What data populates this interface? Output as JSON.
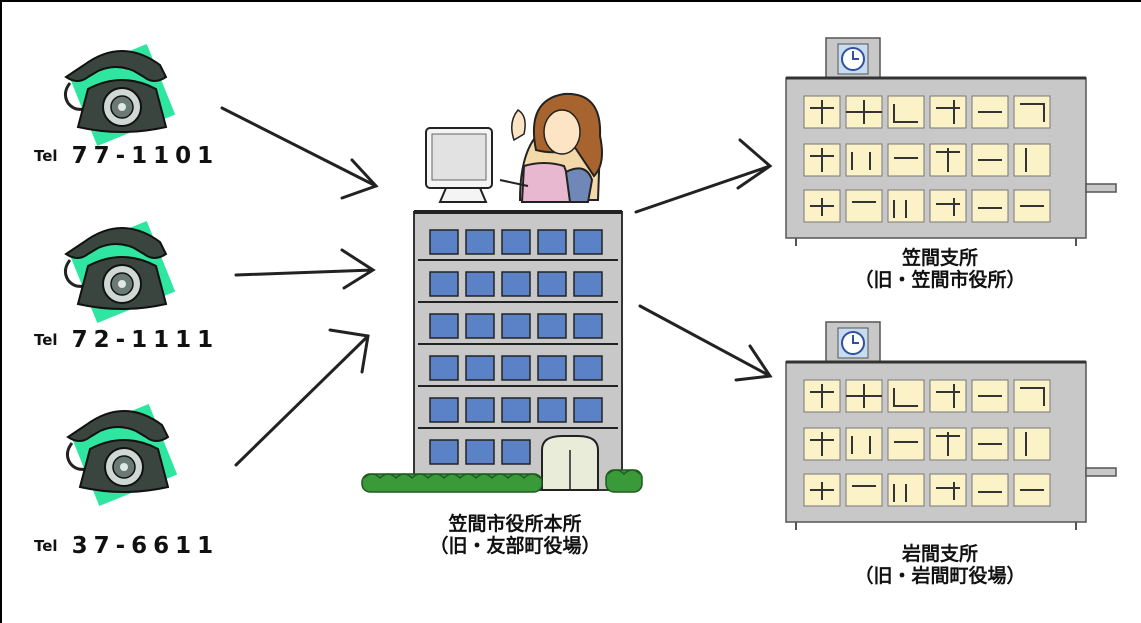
{
  "phones": [
    {
      "tel_mark": "Tel",
      "number": "77-1101",
      "icon": "rotary-telephone-icon"
    },
    {
      "tel_mark": "Tel",
      "number": "72-1111",
      "icon": "rotary-telephone-icon"
    },
    {
      "tel_mark": "Tel",
      "number": "37-6611",
      "icon": "rotary-telephone-icon"
    }
  ],
  "main_office": {
    "name": "笠間市役所本所",
    "former": "（旧・友部町役場）",
    "icons": [
      "operator-woman-icon",
      "computer-monitor-icon",
      "city-hall-building-icon"
    ]
  },
  "branches": [
    {
      "name": "笠間支所",
      "former": "（旧・笠間市役所）",
      "icon": "branch-office-building-icon"
    },
    {
      "name": "岩間支所",
      "former": "（旧・岩間町役場）",
      "icon": "branch-office-building-icon"
    }
  ],
  "colors": {
    "phone_backdrop": "#2ee6a0",
    "phone_body": "#3a4540",
    "building_main": "#c8c8c8",
    "window_blue": "#5b82c6",
    "branch_window_yellow": "#fbf2c8",
    "bush_green": "#3a9a3a"
  }
}
